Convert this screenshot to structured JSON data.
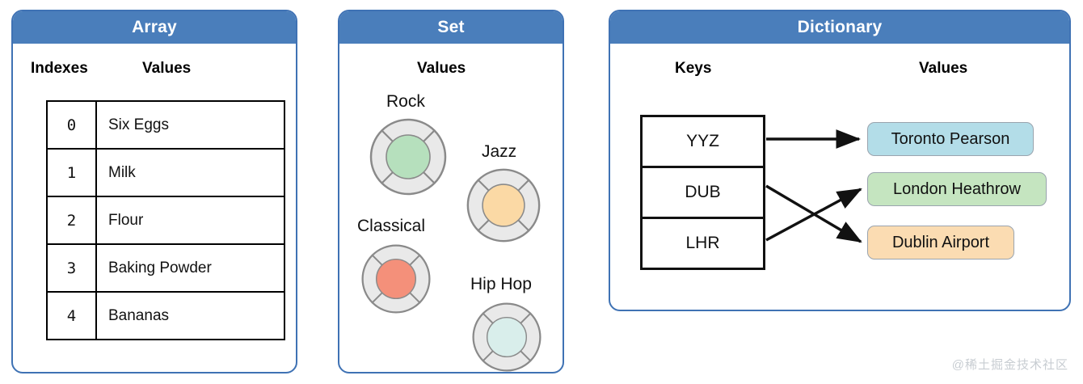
{
  "panels": {
    "array": {
      "title": "Array",
      "captions": {
        "indexes": "Indexes",
        "values": "Values"
      },
      "rows": [
        {
          "index": "0",
          "value": "Six Eggs"
        },
        {
          "index": "1",
          "value": "Milk"
        },
        {
          "index": "2",
          "value": "Flour"
        },
        {
          "index": "3",
          "value": "Baking Powder"
        },
        {
          "index": "4",
          "value": "Bananas"
        }
      ]
    },
    "set": {
      "title": "Set",
      "captions": {
        "values": "Values"
      },
      "items": [
        {
          "label": "Rock",
          "color": "#b6e0bd"
        },
        {
          "label": "Jazz",
          "color": "#fbd9a5"
        },
        {
          "label": "Classical",
          "color": "#f4907a"
        },
        {
          "label": "Hip Hop",
          "color": "#d9eeeb"
        }
      ]
    },
    "dictionary": {
      "title": "Dictionary",
      "captions": {
        "keys": "Keys",
        "values": "Values"
      },
      "keys": [
        "YYZ",
        "DUB",
        "LHR"
      ],
      "values": [
        {
          "label": "Toronto Pearson",
          "color": "#b3dde8"
        },
        {
          "label": "London Heathrow",
          "color": "#c5e5c0"
        },
        {
          "label": "Dublin Airport",
          "color": "#fbdcb2"
        }
      ],
      "mappings": [
        {
          "from": "YYZ",
          "to": "Toronto Pearson"
        },
        {
          "from": "DUB",
          "to": "Dublin Airport"
        },
        {
          "from": "LHR",
          "to": "London Heathrow"
        }
      ]
    }
  },
  "theme": {
    "header_blue": "#4a7ebb",
    "border_blue": "#3f72b4",
    "donut_ring": "#e8e8e8",
    "donut_stroke": "#8a8a8a",
    "arrow_color": "#111111"
  },
  "watermark": "@稀土掘金技术社区"
}
